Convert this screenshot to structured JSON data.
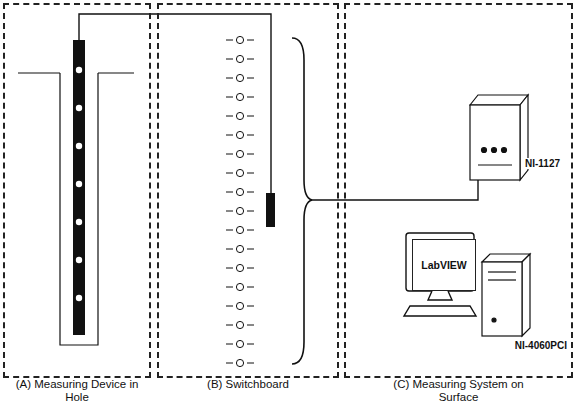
{
  "diagram": {
    "nodes": [
      {
        "text": [
          "(A) Measuring Device in Hole"
        ]
      },
      {
        "text": [
          "(B) Switchboard"
        ]
      },
      {
        "text": [
          "(C) Measuring System on Surface"
        ]
      },
      {
        "text": [
          "LabVIEW"
        ],
        "in": 2
      }
    ],
    "labels": [
      "NI-1127",
      "NI-4060PCI"
    ]
  }
}
